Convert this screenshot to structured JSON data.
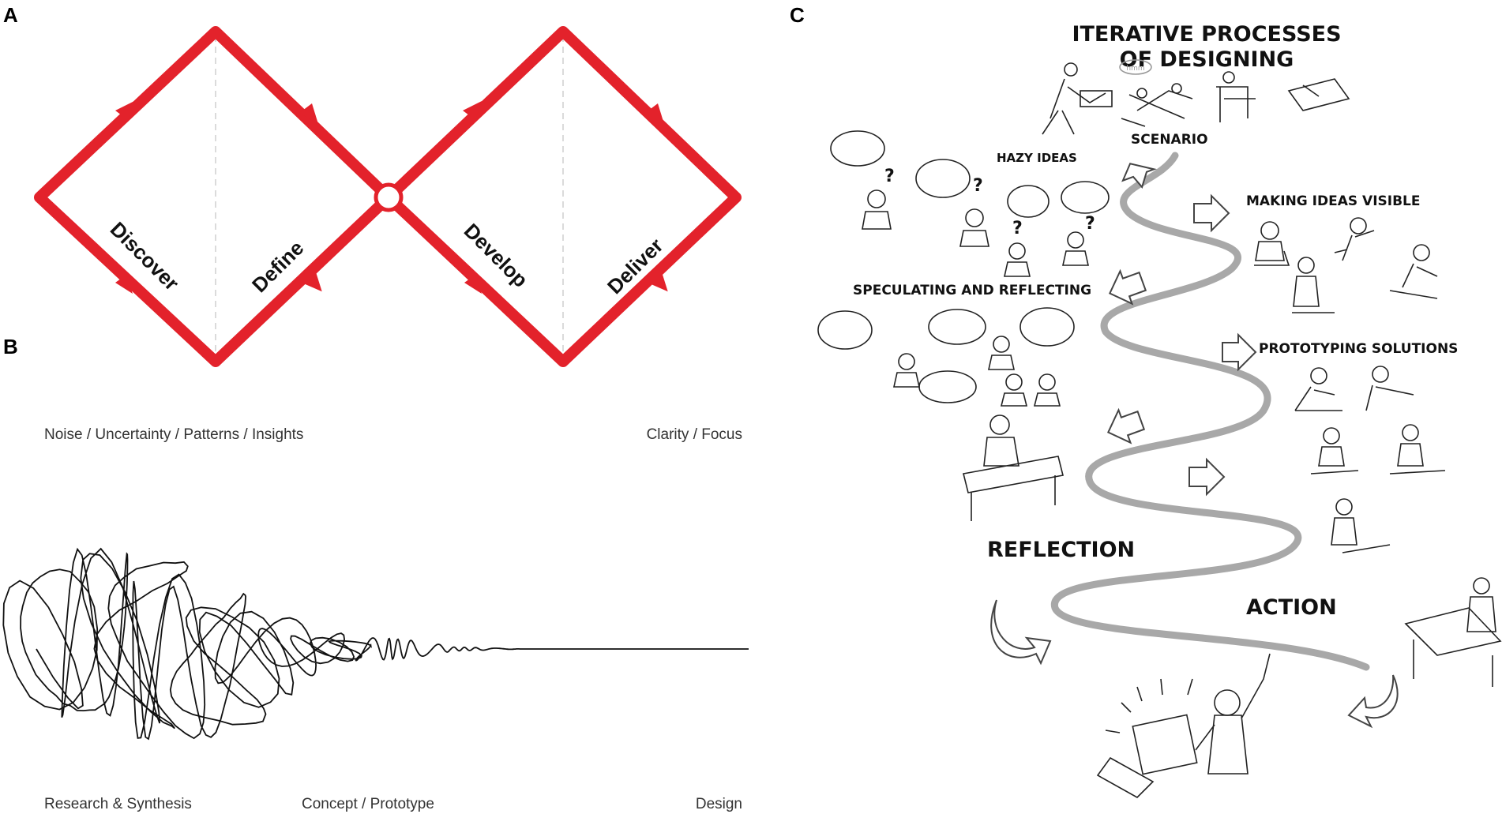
{
  "panel_a": {
    "letter": "A",
    "stages": [
      "Discover",
      "Define",
      "Develop",
      "Deliver"
    ],
    "line_color": "#e3222b"
  },
  "panel_b": {
    "letter": "B",
    "top_left": "Noise /  Uncertainty  /  Patterns  /  Insights",
    "top_right": "Clarity  /  Focus",
    "bottom_left": "Research & Synthesis",
    "bottom_center": "Concept  /  Prototype",
    "bottom_right": "Design"
  },
  "panel_c": {
    "letter": "C",
    "title_line1": "ITERATIVE PROCESSES",
    "title_line2": "OF DESIGNING",
    "scenario": "SCENARIO",
    "hazy_ideas": "HAZY IDEAS",
    "making_ideas_visible": "MAKING IDEAS VISIBLE",
    "speculating": "SPECULATING AND REFLECTING",
    "prototyping": "PROTOTYPING SOLUTIONS",
    "reflection": "REFLECTION",
    "action": "ACTION",
    "bubble_text": "hmm",
    "spiral_color": "#a8a8a8"
  }
}
